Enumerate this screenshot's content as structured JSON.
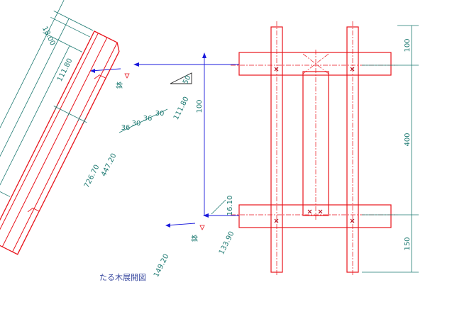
{
  "caption": "たる木展開図",
  "colors": {
    "part": "#e8141c",
    "dimension": "#1e7a72",
    "center": "#e8141c",
    "guide": "#1a1adc",
    "note_green": "#1e7a72",
    "note_red": "#e8141c"
  },
  "notes": {
    "kezuri_1": "鉢",
    "kezuri_2": "鉢"
  },
  "dims": {
    "right_100": "100",
    "right_400": "400",
    "right_150": "150",
    "top_18": "18.00",
    "upper_111": "111.80",
    "total_726": "726.70",
    "mid_447": "447.20",
    "low_149": "149.20",
    "slope_111": "111.80",
    "slope_50": "50",
    "rise_100": "100",
    "offset_16": "16.10",
    "low_133": "133.90",
    "w_36a": "36",
    "w_30a": "30",
    "w_36b": "36",
    "w_30b": "30"
  }
}
